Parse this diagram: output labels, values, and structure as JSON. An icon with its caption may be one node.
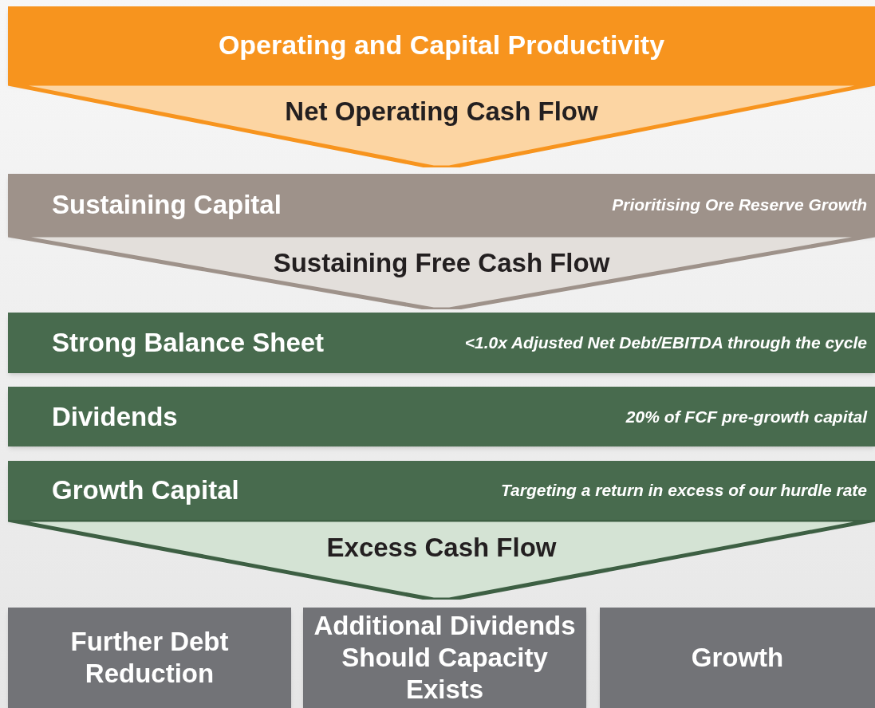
{
  "diagram": {
    "nodes": [
      {
        "text": [
          "Operating and Capital Productivity"
        ]
      },
      {
        "text": [
          "Net Operating Cash Flow"
        ]
      },
      {
        "text": [
          "Sustaining Capital",
          "Prioritising Ore Reserve Growth"
        ]
      },
      {
        "text": [
          "Sustaining Free Cash Flow"
        ]
      },
      {
        "text": [
          "Strong Balance Sheet",
          "<1.0x Adjusted Net Debt/EBITDA through the cycle"
        ]
      },
      {
        "text": [
          "Dividends",
          "20% of FCF pre-growth capital"
        ]
      },
      {
        "text": [
          "Growth Capital",
          "Targeting a return in excess of our hurdle rate"
        ]
      },
      {
        "text": [
          "Excess Cash Flow"
        ]
      },
      {
        "text": [
          "Further Debt Reduction"
        ]
      },
      {
        "text": [
          "Additional Dividends Should Capacity Exists"
        ]
      },
      {
        "text": [
          "Growth"
        ]
      }
    ]
  }
}
